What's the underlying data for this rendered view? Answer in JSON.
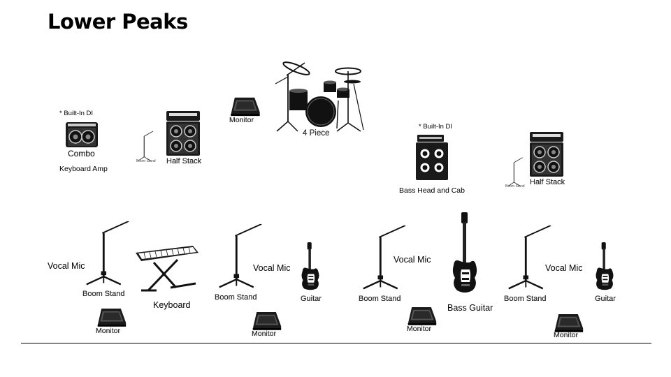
{
  "title": "Lower Peaks",
  "labels": {
    "builtin_di_1": "* Built-In DI",
    "combo": "Combo",
    "keyboard_amp": "Keyboard Amp",
    "boom_stand_small_1": "Boom Stand",
    "half_stack_1": "Half Stack",
    "monitor_drums": "Monitor",
    "drums": "4 Piece",
    "builtin_di_2": "* Built-In DI",
    "bass_head_cab": "Bass Head and Cab",
    "boom_stand_small_2": "Boom Stand",
    "half_stack_2": "Half Stack",
    "vocal_mic_1": "Vocal Mic",
    "boom_stand_1": "Boom Stand",
    "keyboard": "Keyboard",
    "monitor_1": "Monitor",
    "vocal_mic_2": "Vocal Mic",
    "boom_stand_2": "Boom Stand",
    "guitar_1": "Guitar",
    "monitor_2": "Monitor",
    "vocal_mic_3": "Vocal Mic",
    "boom_stand_3": "Boom Stand",
    "bass_guitar": "Bass Guitar",
    "monitor_3": "Monitor",
    "vocal_mic_4": "Vocal Mic",
    "boom_stand_4": "Boom Stand",
    "guitar_2": "Guitar",
    "monitor_4": "Monitor"
  }
}
